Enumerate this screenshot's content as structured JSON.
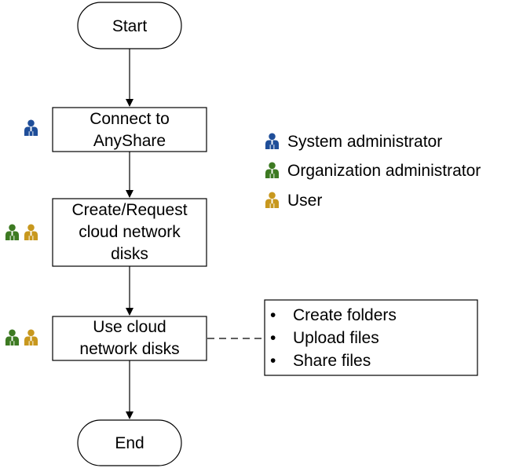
{
  "nodes": {
    "start": "Start",
    "connect": [
      "Connect to",
      "AnyShare"
    ],
    "create": [
      "Create/Request",
      "cloud network",
      "disks"
    ],
    "use": [
      "Use cloud",
      "network disks"
    ],
    "end": "End"
  },
  "actions": {
    "bullet": "•",
    "items": [
      "Create folders",
      "Upload files",
      "Share files"
    ]
  },
  "legend": {
    "items": [
      {
        "label": "System administrator",
        "color": "#1f4e99"
      },
      {
        "label": "Organization administrator",
        "color": "#3d7a22"
      },
      {
        "label": "User",
        "color": "#c8981e"
      }
    ]
  },
  "colors": {
    "system_admin": "#1f4e99",
    "org_admin": "#3d7a22",
    "user": "#c8981e"
  },
  "icons": {
    "person": "person-icon"
  }
}
